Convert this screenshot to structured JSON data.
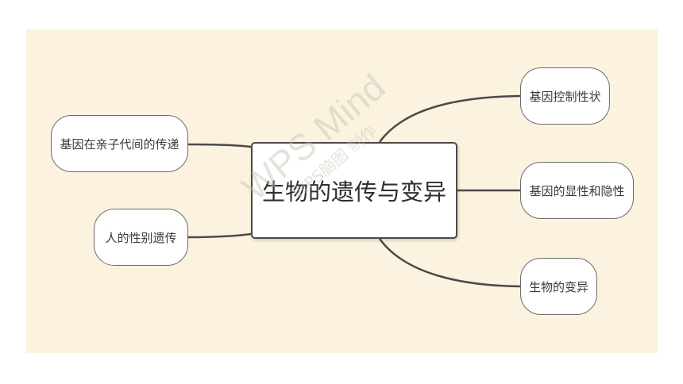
{
  "central": {
    "label": "生物的遗传与变异"
  },
  "left_branches": [
    {
      "label": "基因在亲子代间的传递"
    },
    {
      "label": "人的性别遗传"
    }
  ],
  "right_branches": [
    {
      "label": "基因控制性状"
    },
    {
      "label": "基因的显性和隐性"
    },
    {
      "label": "生物的变异"
    }
  ],
  "watermark": {
    "line1": "WPS Mind",
    "line2": "WPS脑图 制作"
  },
  "colors": {
    "background": "#fbf3df",
    "connector": "#4a4a4a",
    "node_border": "#6b6b6b"
  }
}
